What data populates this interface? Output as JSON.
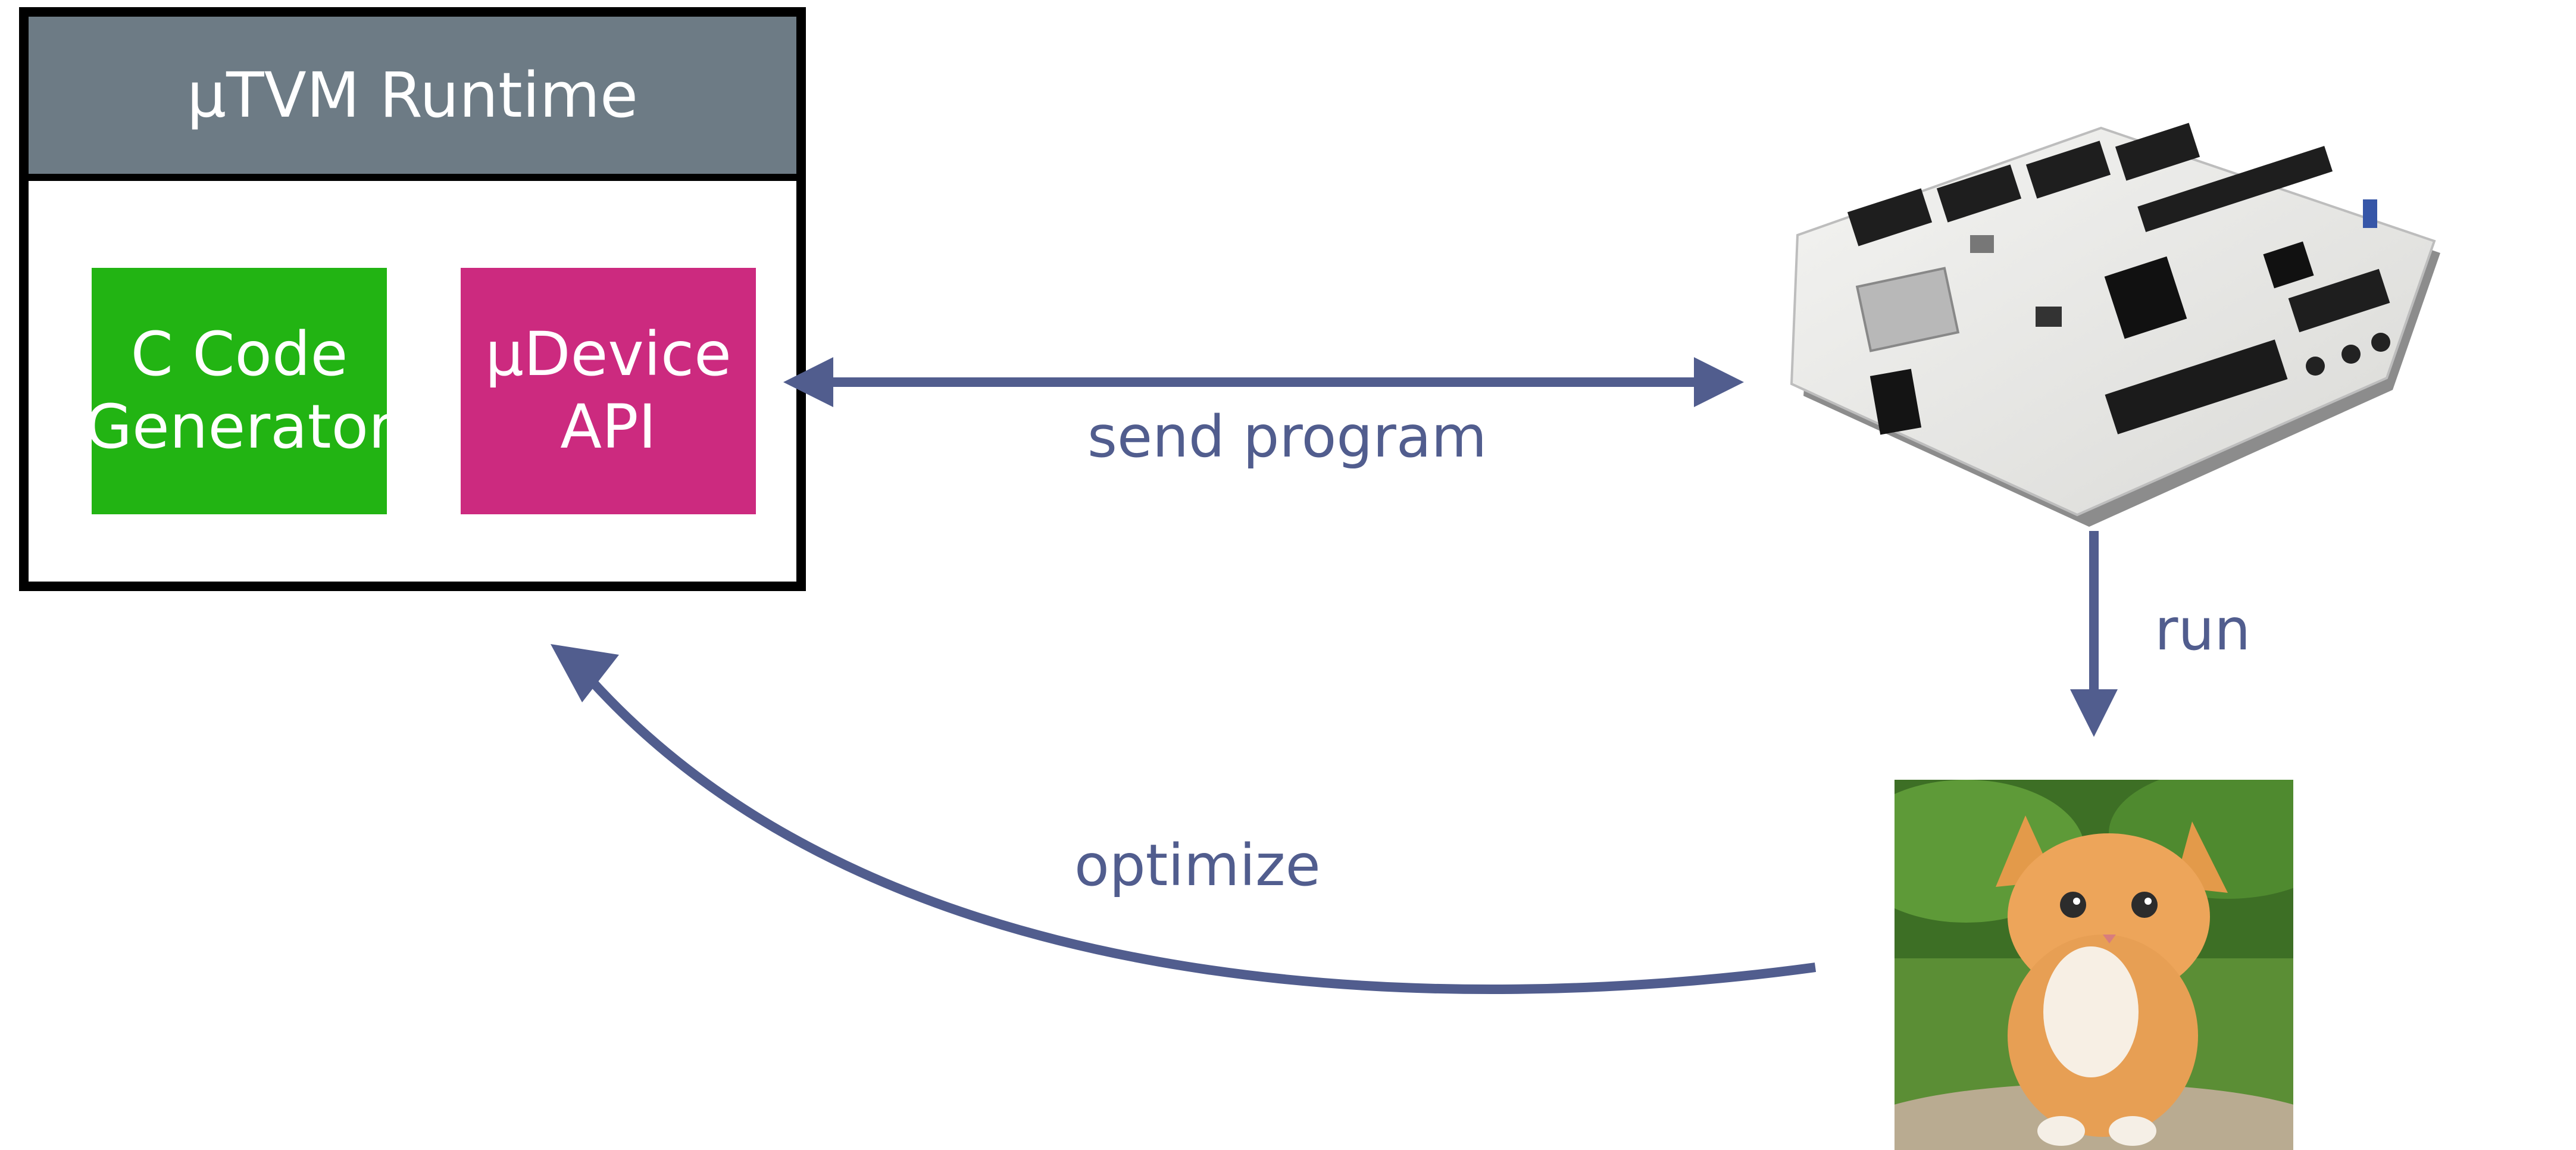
{
  "runtime": {
    "title": "µTVM Runtime",
    "blocks": [
      {
        "label": "C Code\nGenerator",
        "color": "#22b413"
      },
      {
        "label": "µDevice\nAPI",
        "color": "#cc2a7f"
      }
    ]
  },
  "edges": {
    "send": "send program",
    "run": "run",
    "optimize": "optimize"
  },
  "images": {
    "board": "fpga-development-board",
    "result": "kitten-photo"
  },
  "colors": {
    "arrow": "#515d8e",
    "header": "#6d7b85"
  }
}
